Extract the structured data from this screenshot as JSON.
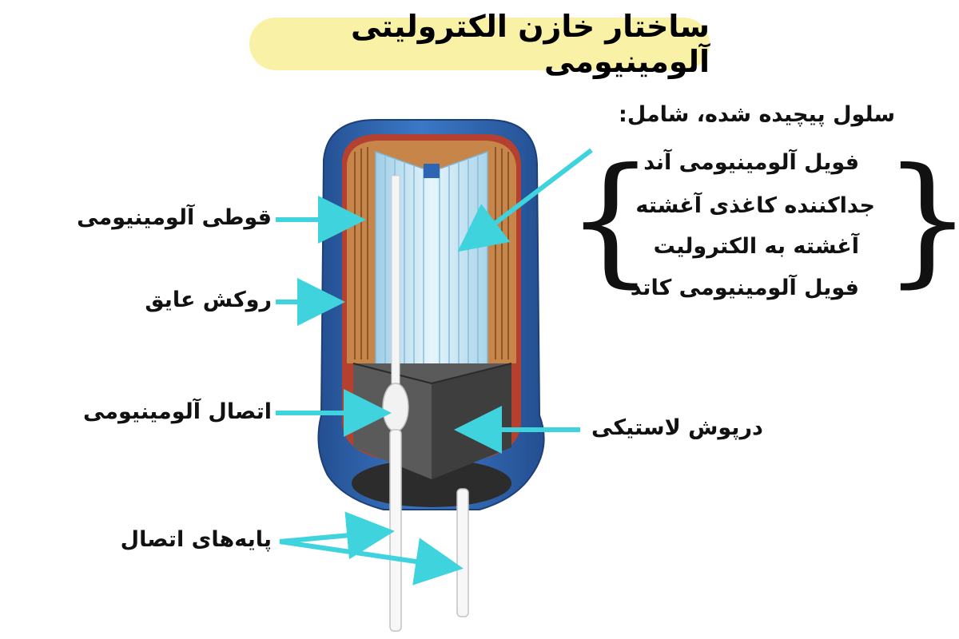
{
  "title": "ساختار خازن الکترولیتی آلومینیومی",
  "labels": {
    "can": "قوطی آلومینیومی",
    "sleeve": "روکش عایق",
    "tab": "اتصال آلومینیومی",
    "leads": "پایه‌های اتصال",
    "seal": "درپوش لاستیکی",
    "cell_heading": "سلول پیچیده شده، شامل:",
    "cell_items": [
      "فویل آلومینیومی آند",
      "جداکننده کاغذی آغشته",
      "آغشته به الکترولیت",
      "فویل آلومینیومی کاتد"
    ]
  },
  "colors": {
    "title_bg": "#f9f1a6",
    "arrow": "#3ed3dd",
    "sleeve": "#2f66b3",
    "can": "#c78549",
    "foil": "#bfe2f2",
    "seal": "#5a5a5a"
  }
}
